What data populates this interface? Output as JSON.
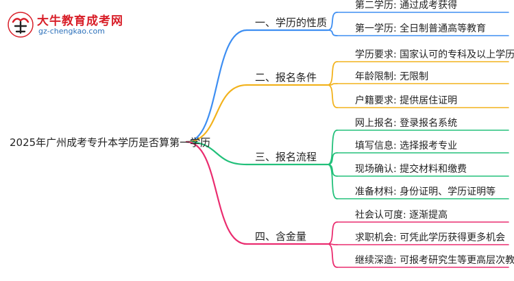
{
  "logo": {
    "title": "大牛教育成考网",
    "url": "gz-chengkao.com"
  },
  "root": {
    "label": "2025年广州成考专升本学历是否算第一学历"
  },
  "branches": [
    {
      "label": "一、学历的性质",
      "color": "#3d8ef2",
      "leaves": [
        "第二学历: 通过成考获得",
        "第一学历: 全日制普通高等教育"
      ]
    },
    {
      "label": "二、报名条件",
      "color": "#f2b21c",
      "leaves": [
        "学历要求: 国家认可的专科及以上学历",
        "年龄限制: 无限制",
        "户籍要求: 提供居住证明"
      ]
    },
    {
      "label": "三、报名流程",
      "color": "#22c07a",
      "leaves": [
        "网上报名: 登录报名系统",
        "填写信息: 选择报考专业",
        "现场确认: 提交材料和缴费",
        "准备材料: 身份证明、学历证明等"
      ]
    },
    {
      "label": "四、含金量",
      "color": "#ea2c6f",
      "leaves": [
        "社会认可度: 逐渐提高",
        "求职机会: 可凭此学历获得更多机会",
        "继续深造: 可报考研究生等更高层次教育"
      ]
    }
  ]
}
